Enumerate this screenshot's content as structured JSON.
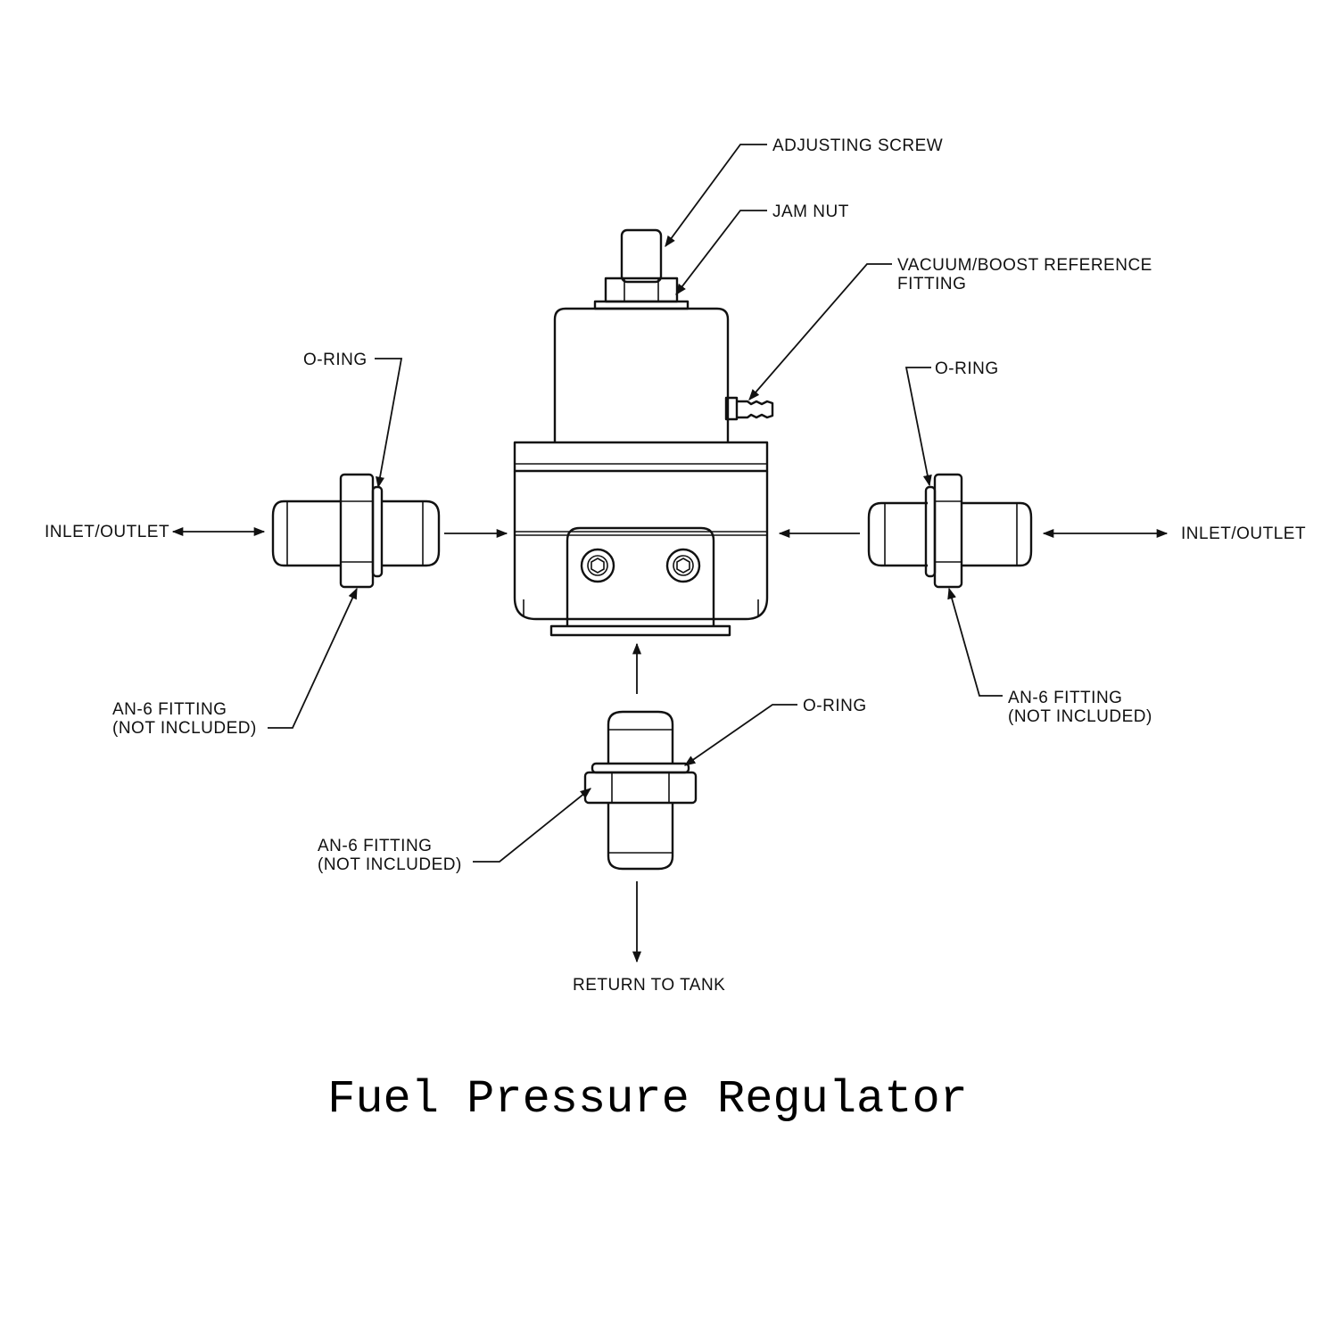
{
  "labels": {
    "adjusting_screw": "ADJUSTING SCREW",
    "jam_nut": "JAM NUT",
    "vacuum_line1": "VACUUM/BOOST REFERENCE",
    "vacuum_line2": "FITTING",
    "oring_left": "O-RING",
    "oring_right": "O-RING",
    "oring_bottom": "O-RING",
    "inlet_left": "INLET/OUTLET",
    "inlet_right": "INLET/OUTLET",
    "an6_left_line1": "AN-6 FITTING",
    "an6_left_line2": "(NOT INCLUDED)",
    "an6_right_line1": "AN-6 FITTING",
    "an6_right_line2": "(NOT INCLUDED)",
    "an6_bottom_line1": "AN-6 FITTING",
    "an6_bottom_line2": "(NOT INCLUDED)",
    "return": "RETURN TO TANK"
  },
  "title": "Fuel Pressure Regulator"
}
